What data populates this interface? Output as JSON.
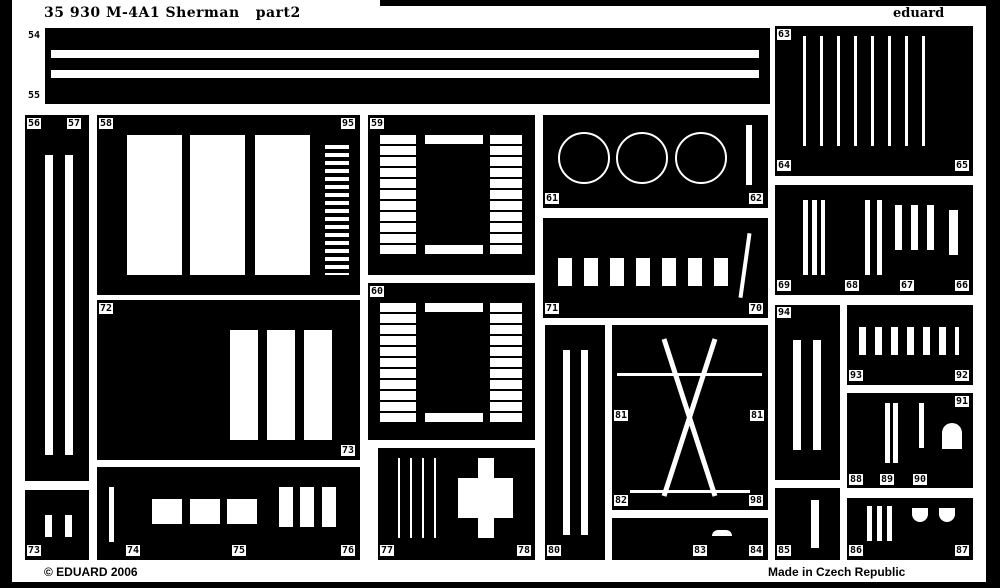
{
  "header": {
    "title": "35 930 M-4A1 Sherman",
    "part": "part2",
    "brand": "eduard"
  },
  "footer": {
    "copyright": "© EDUARD 2006",
    "origin": "Made in Czech Republic"
  },
  "colors": {
    "metal": "#ffffff",
    "background": "#000000"
  },
  "part_labels": [
    "54",
    "55",
    "56",
    "57",
    "58",
    "95",
    "59",
    "60",
    "61",
    "62",
    "63",
    "64",
    "65",
    "66",
    "67",
    "68",
    "69",
    "70",
    "71",
    "72",
    "73",
    "74",
    "75",
    "76",
    "77",
    "78",
    "73",
    "80",
    "81",
    "81",
    "82",
    "98",
    "83",
    "84",
    "94",
    "85",
    "93",
    "92",
    "91",
    "88",
    "89",
    "90",
    "86",
    "87"
  ]
}
